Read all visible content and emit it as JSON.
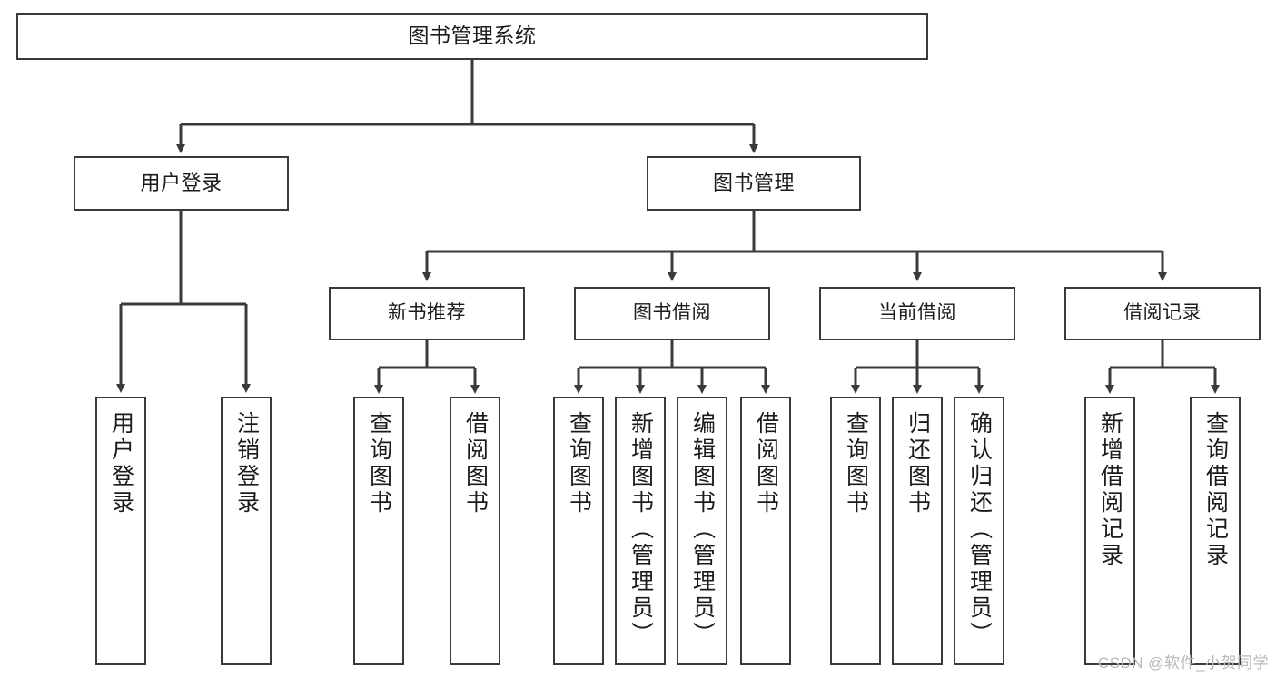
{
  "diagram": {
    "title": "图书管理系统",
    "watermark": "CSDN @软件_小贺同学",
    "line_color": "#3a3a3a",
    "box_border_color": "#3a3a3a",
    "background": "#ffffff",
    "root": {
      "label": "图书管理系统"
    },
    "level2": [
      {
        "label": "用户登录"
      },
      {
        "label": "图书管理"
      }
    ],
    "level3": [
      {
        "label": "新书推荐"
      },
      {
        "label": "图书借阅"
      },
      {
        "label": "当前借阅"
      },
      {
        "label": "借阅记录"
      }
    ],
    "leaves": {
      "user_login": [
        {
          "label": "用户登录"
        },
        {
          "label": "注销登录"
        }
      ],
      "new_book_recommend": [
        {
          "label": "查询图书"
        },
        {
          "label": "借阅图书"
        }
      ],
      "book_borrow": [
        {
          "label": "查询图书"
        },
        {
          "label": "新增图书（管理员）"
        },
        {
          "label": "编辑图书（管理员）"
        },
        {
          "label": "借阅图书"
        }
      ],
      "current_borrow": [
        {
          "label": "查询图书"
        },
        {
          "label": "归还图书"
        },
        {
          "label": "确认归还（管理员）"
        }
      ],
      "borrow_record": [
        {
          "label": "新增借阅记录"
        },
        {
          "label": "查询借阅记录"
        }
      ]
    }
  }
}
